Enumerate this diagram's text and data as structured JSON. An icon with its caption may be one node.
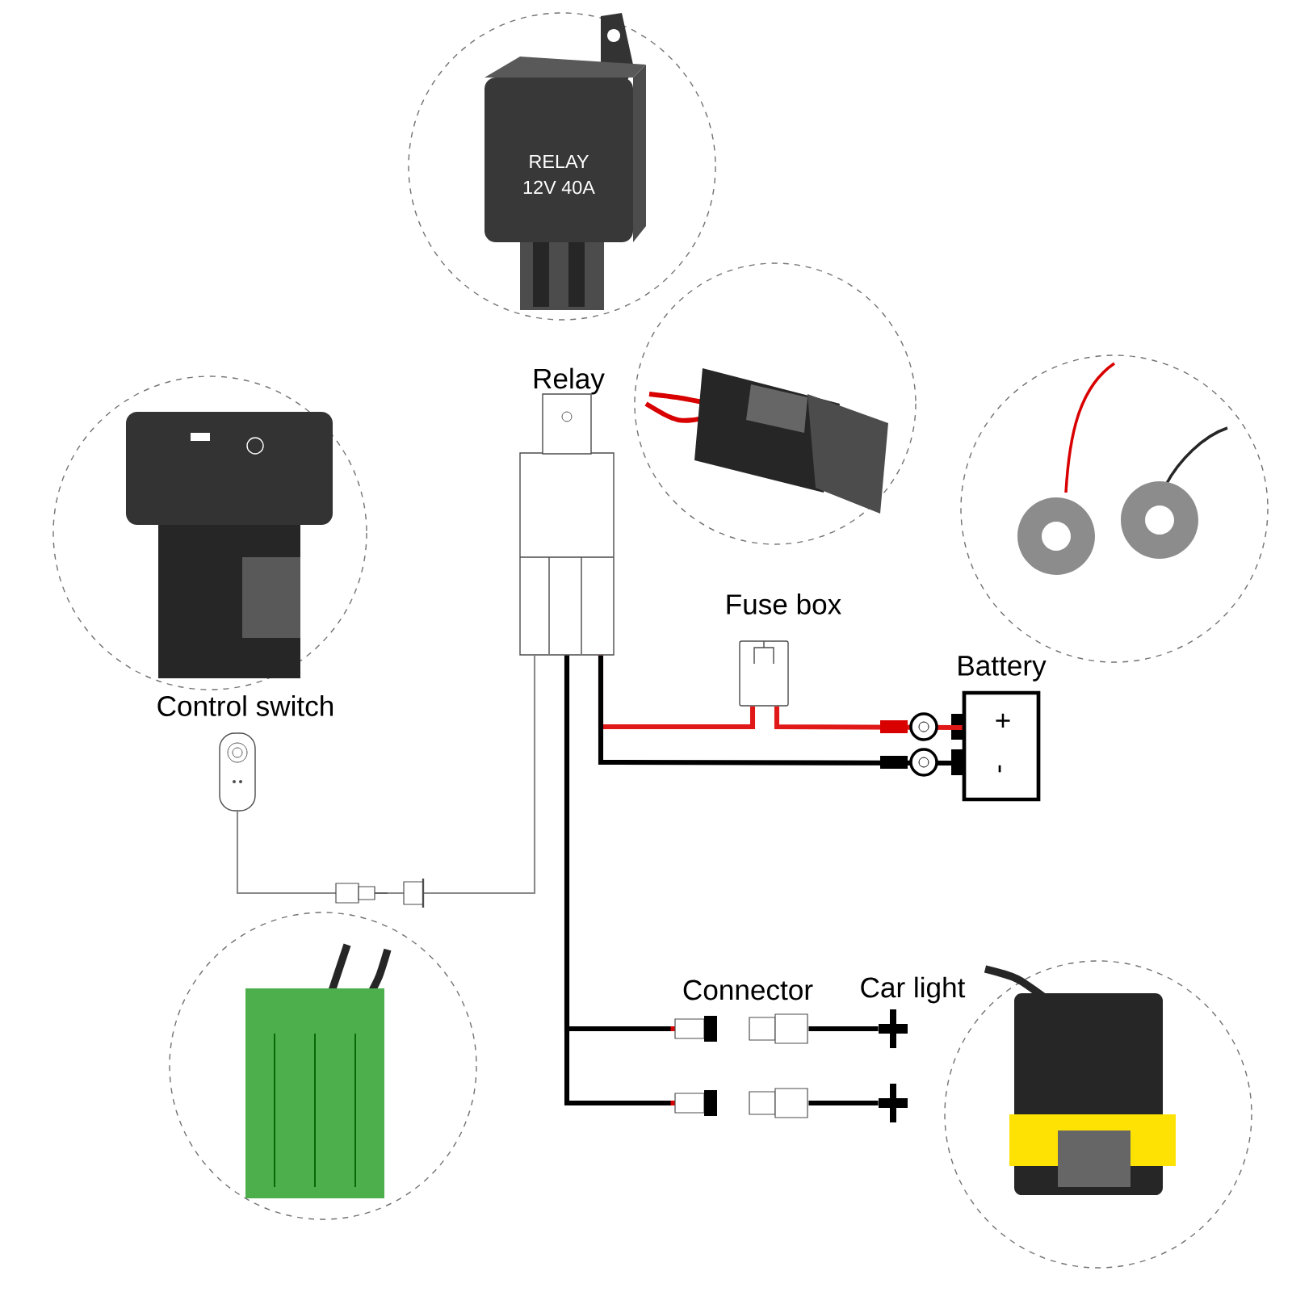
{
  "diagram": {
    "nodes": [
      {
        "text": [
          "Relay"
        ]
      },
      {
        "text": [
          "Fuse box"
        ]
      },
      {
        "text": [
          "Battery",
          "+",
          "-"
        ]
      },
      {
        "text": [
          "Control switch"
        ]
      },
      {
        "text": [
          "Connector"
        ]
      },
      {
        "text": [],
        "shape": "box"
      },
      {
        "text": [
          "Car light"
        ]
      },
      {
        "text": [],
        "shape": "plug"
      }
    ],
    "edges": [
      {
        "from": 0,
        "to": 1,
        "arrow": "none",
        "color": "#e01818"
      },
      {
        "from": 1,
        "to": 2,
        "arrow": "none",
        "color": "#e01818"
      },
      {
        "from": 0,
        "to": 2,
        "arrow": "none"
      },
      {
        "from": 0,
        "to": 3,
        "arrow": "none",
        "color": "#8a8a8a"
      },
      {
        "from": 0,
        "to": 4,
        "arrow": "none"
      },
      {
        "from": 0,
        "to": 5,
        "arrow": "none"
      },
      {
        "from": 4,
        "to": 6,
        "arrow": "none"
      },
      {
        "from": 5,
        "to": 7,
        "arrow": "none"
      }
    ],
    "labels": [
      "RELAY",
      "12V 40A"
    ]
  }
}
